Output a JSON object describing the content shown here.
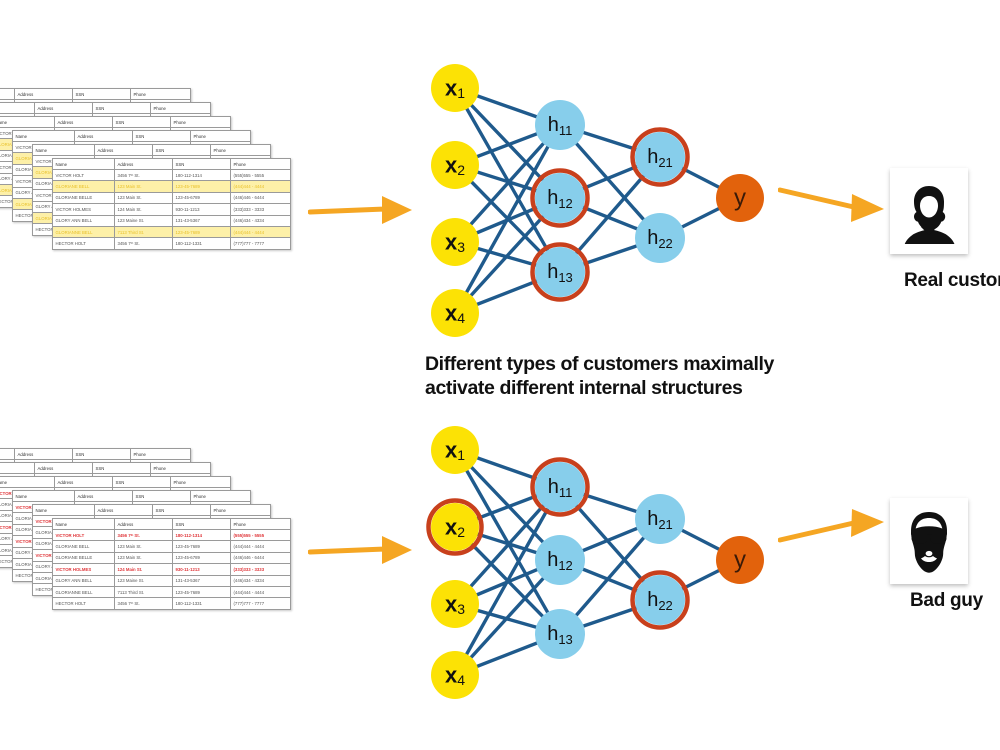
{
  "slide": {
    "center_note": "Different types of customers maximally\nactivate different internal structures"
  },
  "colors": {
    "input_node": "#FCE205",
    "hidden_node": "#87CEEB",
    "output_node": "#E2620C",
    "highlight_ring": "#C8401C",
    "edge": "#1F5A8C",
    "arrow": "#F5A623",
    "highlight_yellow": "#FDF0A8",
    "highlight_yellow_text": "#E8BF26",
    "highlight_red_text": "#E0383C"
  },
  "table": {
    "headers": [
      "Name",
      "Address",
      "SSN",
      "Phone"
    ],
    "rows": [
      {
        "name": "VICTOR HOLT",
        "address": "3456 7ᵗʰ St.",
        "ssn": "180-112-1314",
        "phone": "(555)555 - 5555"
      },
      {
        "name": "GLORIANE BELL",
        "address": "123 Main St.",
        "ssn": "123-45-7689",
        "phone": "(444)444 - 4444"
      },
      {
        "name": "GLORIANE BELLE",
        "address": "123 Main St.",
        "ssn": "123-45-6789",
        "phone": "(446)446 - 6444"
      },
      {
        "name": "VICTOR HOLMES",
        "address": "124 Main St.",
        "ssn": "930-11-1213",
        "phone": "(333)333 - 3333"
      },
      {
        "name": "GLORY ANN BELL",
        "address": "123 Maine St.",
        "ssn": "131-43-5367",
        "phone": "(446)434 - 4334"
      },
      {
        "name": "GLORIANNE BELL",
        "address": "7113 Third St.",
        "ssn": "123-45-7689",
        "phone": "(444)444 - 4444"
      },
      {
        "name": "HECTOR HOLT",
        "address": "3456 7ᵗʰ St.",
        "ssn": "180-112-1331",
        "phone": "(777)777 - 7777"
      }
    ],
    "top_highlight_rows": [
      1,
      5
    ],
    "bottom_highlight_rows": [
      0,
      3
    ],
    "stack_layers": 6
  },
  "networks": {
    "top": {
      "input_labels": [
        "x",
        "x",
        "x",
        "x"
      ],
      "input_subs": [
        "1",
        "2",
        "3",
        "4"
      ],
      "hidden1_labels": [
        "h",
        "h",
        "h"
      ],
      "hidden1_subs": [
        "11",
        "12",
        "13"
      ],
      "hidden2_labels": [
        "h",
        "h"
      ],
      "hidden2_subs": [
        "21",
        "22"
      ],
      "output_label": "y",
      "highlighted": [
        "h12",
        "h13",
        "h21"
      ]
    },
    "bottom": {
      "input_labels": [
        "x",
        "x",
        "x",
        "x"
      ],
      "input_subs": [
        "1",
        "2",
        "3",
        "4"
      ],
      "hidden1_labels": [
        "h",
        "h",
        "h"
      ],
      "hidden1_subs": [
        "11",
        "12",
        "13"
      ],
      "hidden2_labels": [
        "h",
        "h"
      ],
      "hidden2_subs": [
        "21",
        "22"
      ],
      "output_label": "y",
      "highlighted": [
        "x2",
        "h11",
        "h22"
      ]
    }
  },
  "results": {
    "top": {
      "caption": "Real custome",
      "icon": "woman-avatar-icon"
    },
    "bottom": {
      "caption": "Bad guy",
      "icon": "bearded-man-sunglasses-icon"
    }
  }
}
